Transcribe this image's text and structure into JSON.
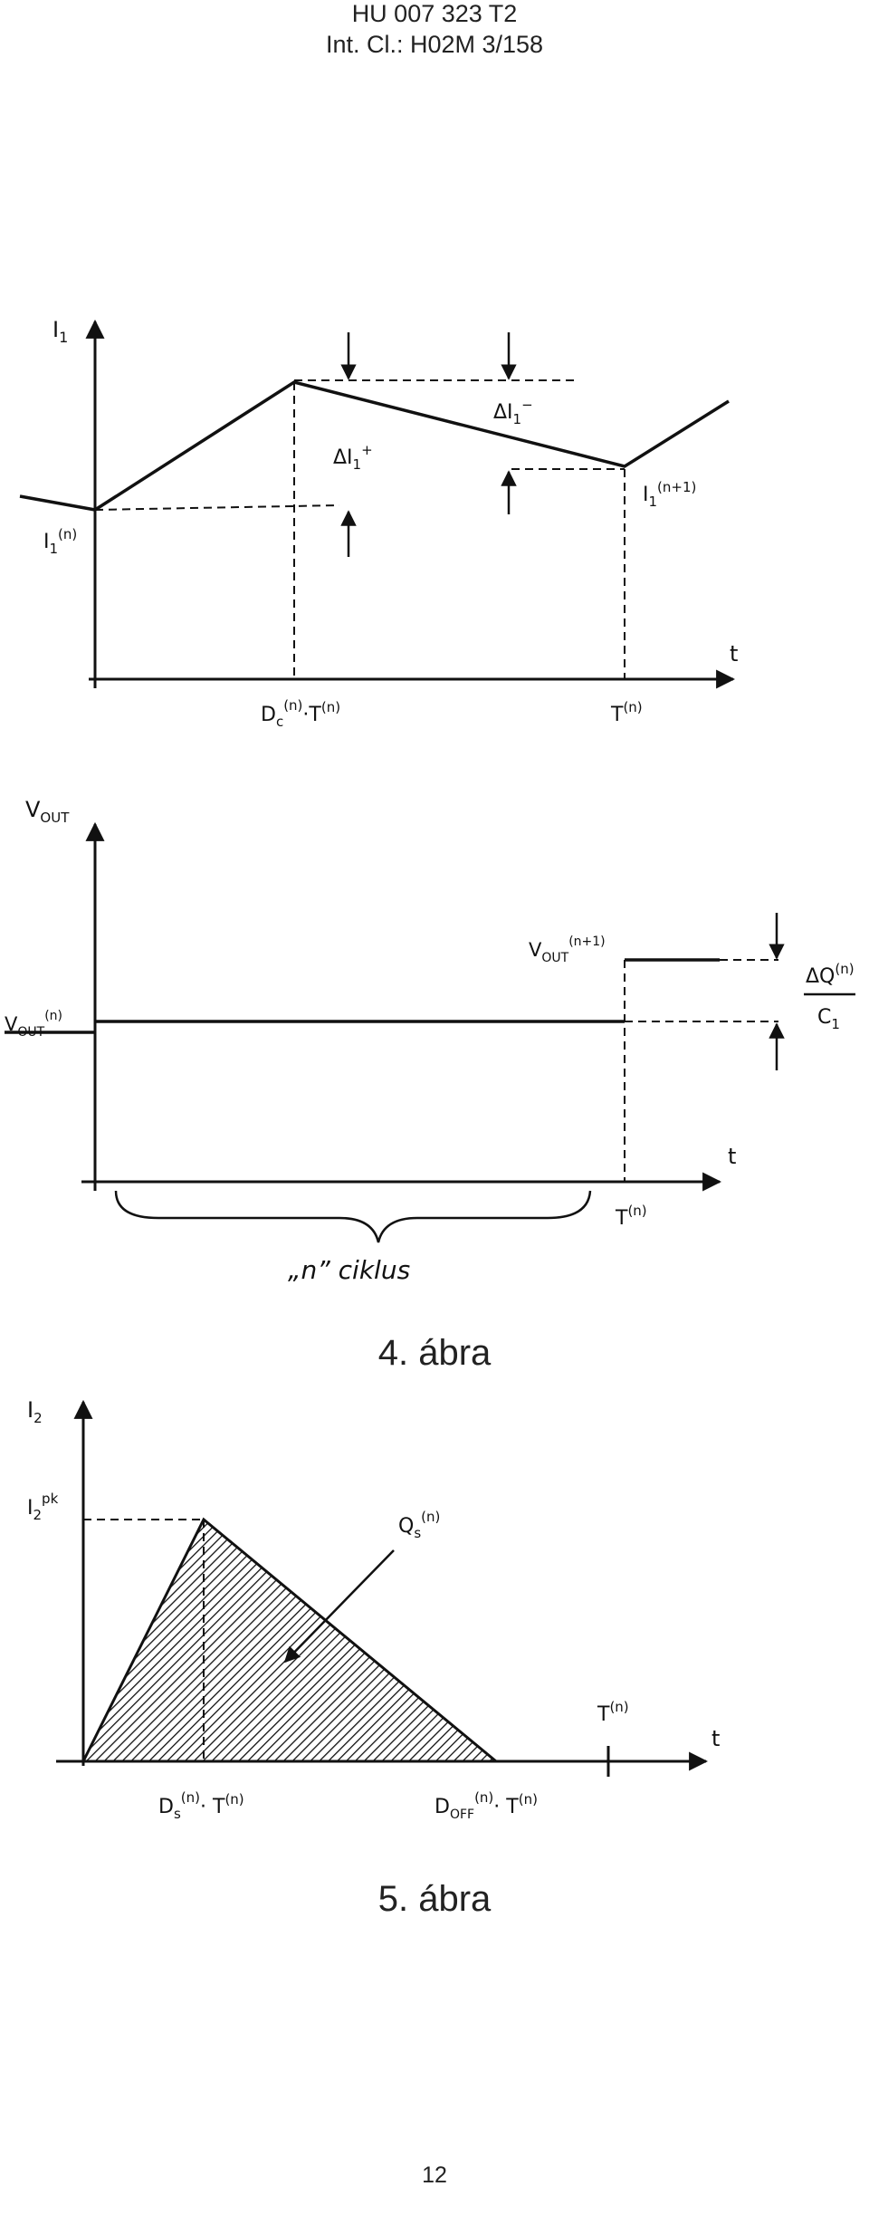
{
  "header": {
    "line1": "HU 007 323 T2",
    "line2": "Int. Cl.: H02M 3/158"
  },
  "figure4_top": {
    "y_axis": "I",
    "y_axis_sub": "1",
    "x_axis": "t",
    "label_i1n": "I",
    "label_i1n_sub": "1",
    "label_i1n_sup": "(n)",
    "label_i1n1": "I",
    "label_i1n1_sub": "1",
    "label_i1n1_sup": "(n+1)",
    "label_dplus": "ΔI",
    "label_dplus_sub": "1",
    "label_dplus_sup": "+",
    "label_dminus": "ΔI",
    "label_dminus_sub": "1",
    "label_dminus_sup": "−",
    "tick_dc": "D",
    "tick_dc_sub": "c",
    "tick_dc_sup": "(n)",
    "tick_dc_t": "·T",
    "tick_dc_t_sup": "(n)",
    "tick_t": "T",
    "tick_t_sup": "(n)"
  },
  "figure4_bottom": {
    "y_axis": "V",
    "y_axis_sub": "OUT",
    "x_axis": "t",
    "label_voutn": "V",
    "label_voutn_sub": "OUT",
    "label_voutn_sup": "(n)",
    "label_voutn1": "V",
    "label_voutn1_sub": "OUT",
    "label_voutn1_sup": "(n+1)",
    "label_dq": "ΔQ",
    "label_dq_sup": "(n)",
    "label_c": "C",
    "label_c_sub": "1",
    "tick_t": "T",
    "tick_t_sup": "(n)",
    "cycle_label": "„n” ciklus"
  },
  "figure4_caption": "4. ábra",
  "figure5": {
    "y_axis": "I",
    "y_axis_sub": "2",
    "x_axis": "t",
    "label_peak": "I",
    "label_peak_sub": "2",
    "label_peak_sup": "pk",
    "label_qs": "Q",
    "label_qs_sub": "s",
    "label_qs_sup": "(n)",
    "tick_t": "T",
    "tick_t_sup": "(n)",
    "tick_ds": "D",
    "tick_ds_sub": "s",
    "tick_ds_sup": "(n)",
    "tick_ds_t": "· T",
    "tick_ds_t_sup": "(n)",
    "tick_doff": "D",
    "tick_doff_sub": "OFF",
    "tick_doff_sup": "(n)",
    "tick_doff_t": "· T",
    "tick_doff_t_sup": "(n)"
  },
  "figure5_caption": "5. ábra",
  "page_number": "12"
}
